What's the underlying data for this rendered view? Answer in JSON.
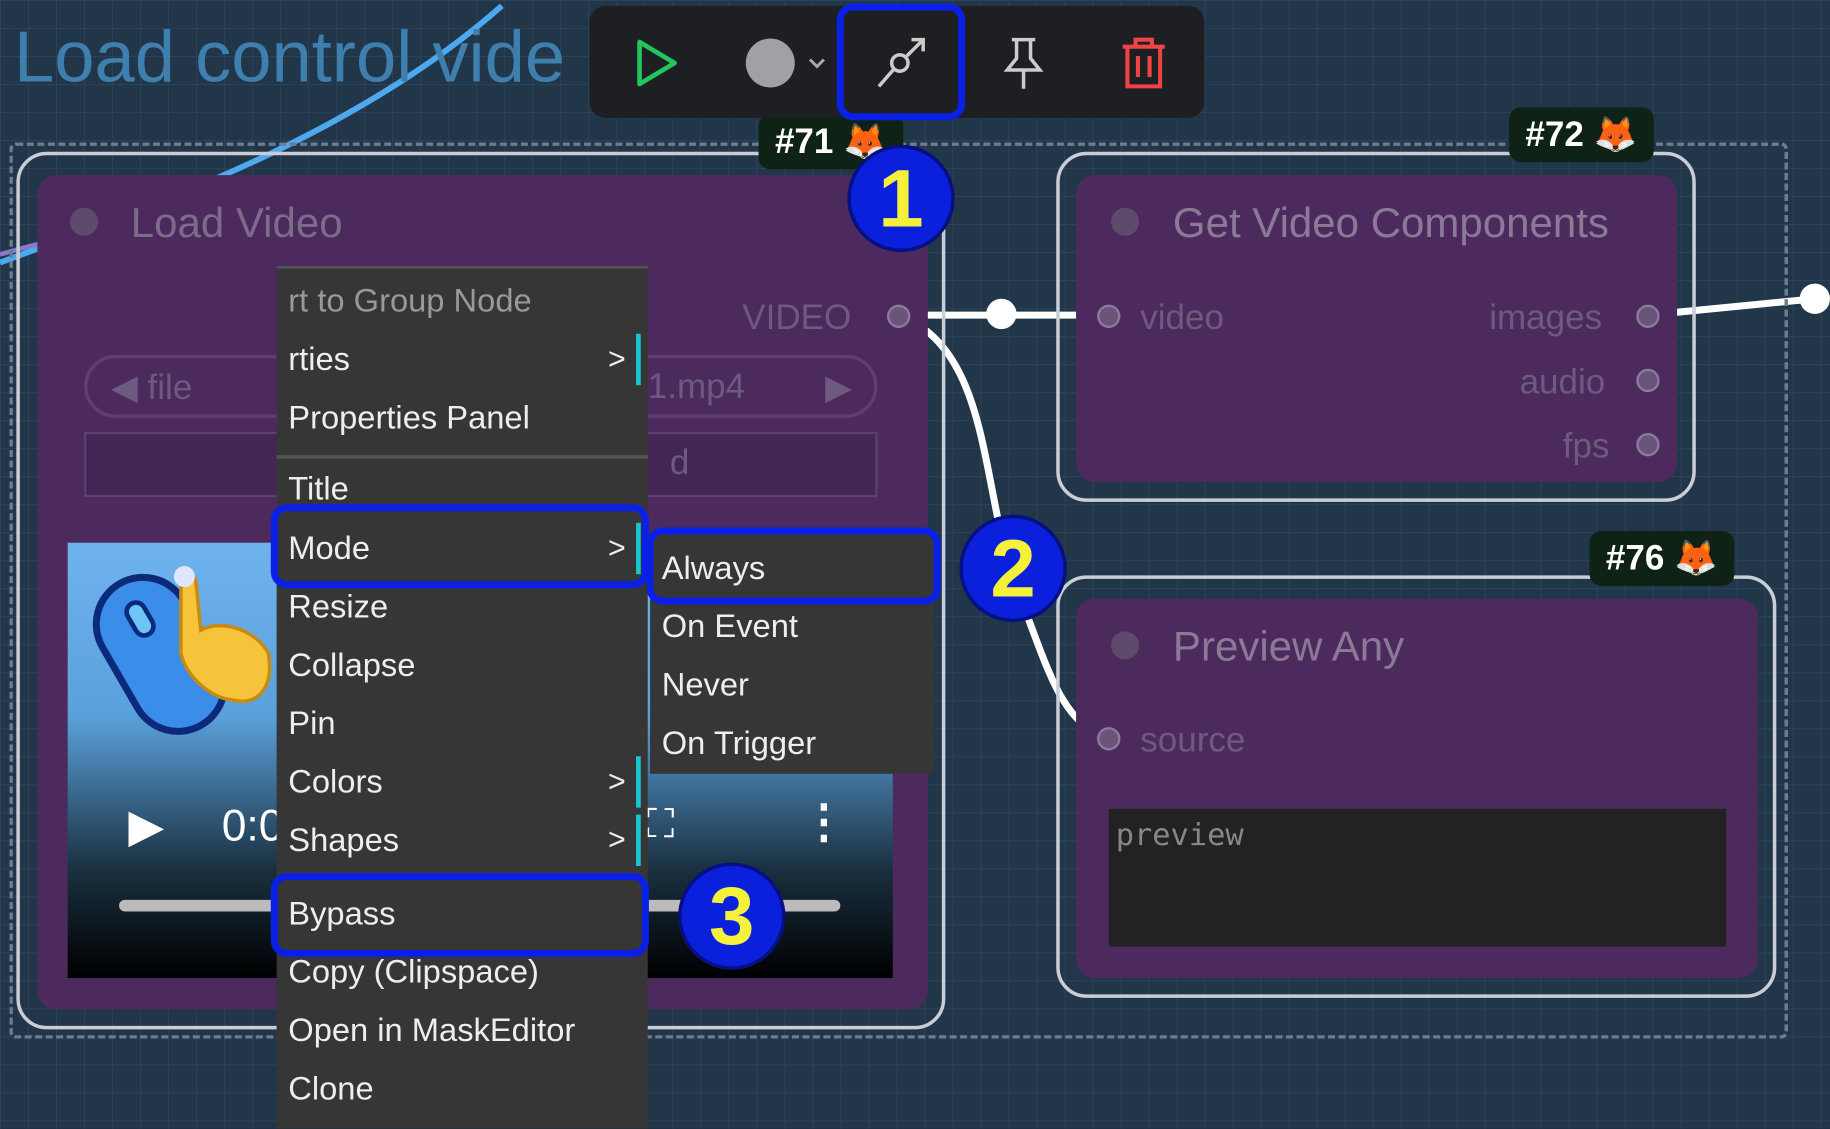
{
  "group": {
    "title": "Load control vide"
  },
  "toolbar": {
    "buttons": [
      {
        "name": "run",
        "icon": "play-icon",
        "color": "#22c55e"
      },
      {
        "name": "color",
        "icon": "circle-icon"
      },
      {
        "name": "bypass",
        "icon": "bypass-icon",
        "highlighted": true
      },
      {
        "name": "pin",
        "icon": "pin-icon"
      },
      {
        "name": "delete",
        "icon": "trash-icon",
        "color": "#ef4444"
      }
    ]
  },
  "nodes": {
    "load_video": {
      "badge": "#71 🦊",
      "title": "Load Video",
      "output": "VIDEO",
      "file_label": "file",
      "file_value": "1.mp4",
      "upload": "d",
      "time": "0:0"
    },
    "get_components": {
      "badge": "#72 🦊",
      "title": "Get Video Components",
      "input": "video",
      "outputs": [
        "images",
        "audio",
        "fps"
      ]
    },
    "preview_any": {
      "badge": "#76 🦊",
      "title": "Preview Any",
      "input": "source",
      "preview_text": "preview"
    }
  },
  "menu": {
    "items": [
      "rt to Group Node",
      "rties",
      "Properties Panel",
      "Title",
      "Mode",
      "Resize",
      "Collapse",
      "Pin",
      "Colors",
      "Shapes",
      "Bypass",
      "Copy (Clipspace)",
      "Open in MaskEditor",
      "Clone"
    ],
    "arrow": ">"
  },
  "submenu": {
    "items": [
      "Always",
      "On Event",
      "Never",
      "On Trigger"
    ]
  },
  "steps": [
    "1",
    "2",
    "3"
  ],
  "colors": {
    "highlight": "#0b20e6",
    "step_text": "#f5f03a",
    "node_bg": "#4c2a5e"
  }
}
